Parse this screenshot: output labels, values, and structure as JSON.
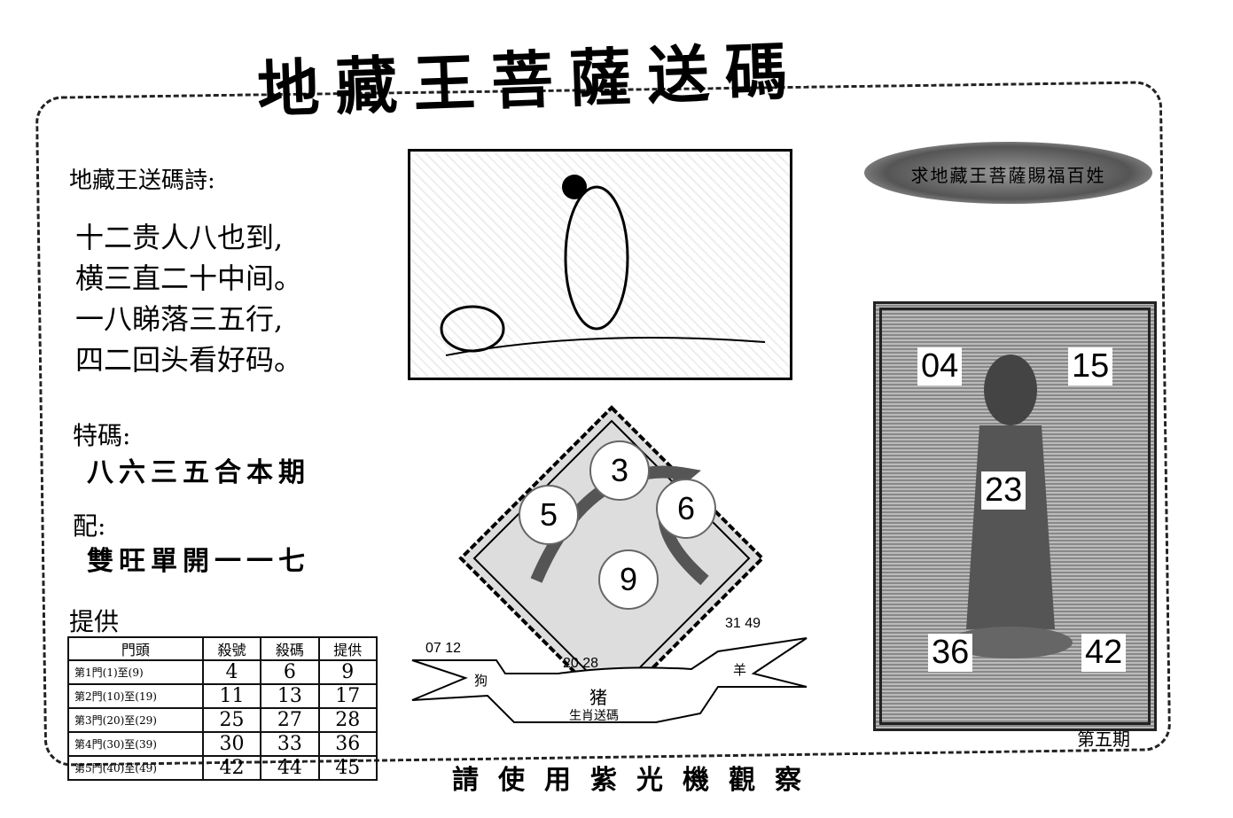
{
  "title": "地藏王菩薩送碼",
  "poem": {
    "heading": "地藏王送碼詩:",
    "lines": [
      "十二贵人八也到,",
      "横三直二十中间。",
      "一八睇落三五行,",
      "四二回头看好码。"
    ]
  },
  "special": {
    "label": "特碼:",
    "text": "八六三五合本期"
  },
  "pair": {
    "label": "配:",
    "text": "雙旺單開一一七"
  },
  "provide": {
    "label": "提供",
    "headers": [
      "門頭",
      "殺號",
      "殺碼",
      "提供"
    ],
    "rows": [
      [
        "第1門(1)至(9)",
        "4",
        "6",
        "9"
      ],
      [
        "第2門(10)至(19)",
        "11",
        "13",
        "17"
      ],
      [
        "第3門(20)至(29)",
        "25",
        "27",
        "28"
      ],
      [
        "第4門(30)至(39)",
        "30",
        "33",
        "36"
      ],
      [
        "第5門(40)至(49)",
        "42",
        "44",
        "45"
      ]
    ]
  },
  "balls": [
    "3",
    "5",
    "6",
    "9"
  ],
  "oval_text": "求地藏王菩薩賜福百姓",
  "stamp_numbers": [
    "04",
    "15",
    "23",
    "36",
    "42"
  ],
  "zodiac": {
    "left_nums": "07 12",
    "left_animal": "狗",
    "center_nums": "20  28",
    "center_animal": "猪",
    "right_nums": "31  49",
    "right_animal": "羊",
    "caption": "生肖送碼"
  },
  "footer": "請使用紫光機觀察",
  "issue": "第五期"
}
